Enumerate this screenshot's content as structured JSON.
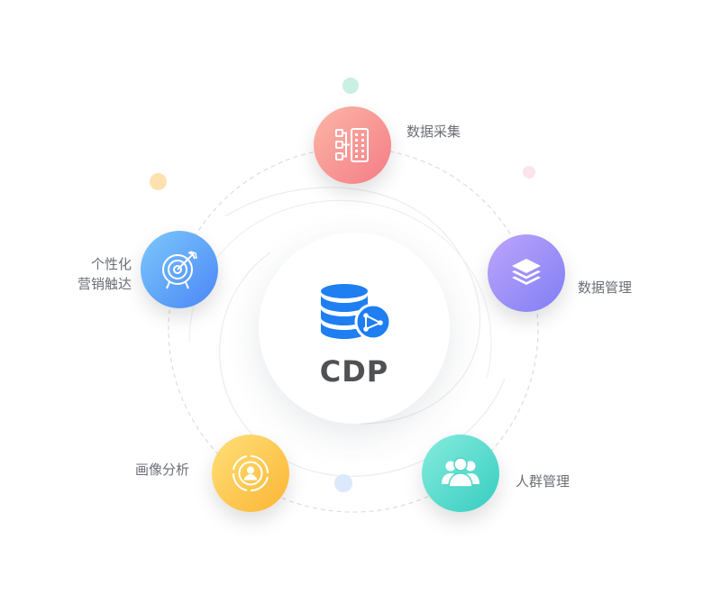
{
  "center": {
    "title": "CDP",
    "icon": "database-share-icon"
  },
  "nodes": [
    {
      "key": "collect",
      "label": "数据采集",
      "icon": "data-flow-icon",
      "gradient": [
        "#fbb6a6",
        "#f57c86"
      ]
    },
    {
      "key": "manage",
      "label": "数据管理",
      "icon": "layers-icon",
      "gradient": [
        "#bea4fb",
        "#7f7ff5"
      ]
    },
    {
      "key": "group",
      "label": "人群管理",
      "icon": "people-group-icon",
      "gradient": [
        "#86ecde",
        "#36cdc0"
      ]
    },
    {
      "key": "portrait",
      "label": "画像分析",
      "icon": "user-portrait-icon",
      "gradient": [
        "#ffe07a",
        "#fbb533"
      ]
    },
    {
      "key": "marketing",
      "label_line1": "个性化",
      "label_line2": "营销触达",
      "icon": "target-icon",
      "gradient": [
        "#7cc8fb",
        "#4b86f7"
      ]
    }
  ],
  "colors": {
    "ring": "#dcdde0",
    "label": "#6b6f76",
    "center_title": "#505154",
    "center_icon": "#1e7ef2"
  }
}
